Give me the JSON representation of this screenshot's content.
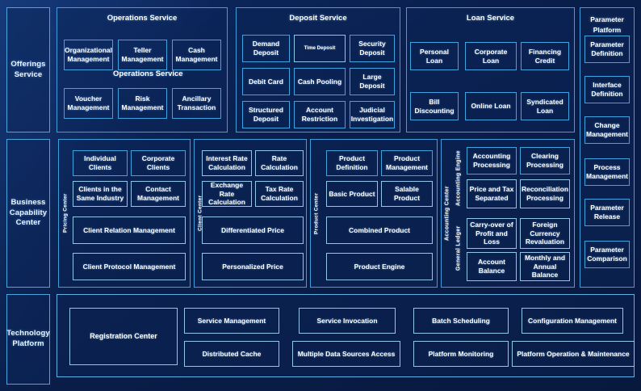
{
  "rows": [
    {
      "key": "offerings",
      "label": "Offerings\nService"
    },
    {
      "key": "capability",
      "label": "Business\nCapability\nCenter"
    },
    {
      "key": "technology",
      "label": "Technology\nPlatform"
    }
  ],
  "row_labels": {
    "offerings": "Offerings Service",
    "capability": "Business Capability Center",
    "technology": "Technology Platform"
  },
  "offerings_service": {
    "groups": [
      {
        "title": "Operations Service",
        "ghost_title": "Operations Service",
        "items": [
          "Organizational Management",
          "Teller Management",
          "Cash Management",
          "Voucher Management",
          "Risk Management",
          "Ancillary Transaction"
        ]
      },
      {
        "title": "Deposit Service",
        "items": [
          "Demand Deposit",
          "Time Deposit",
          "Security Deposit",
          "Debit Card",
          "Cash Pooling",
          "Large Deposit",
          "Structured Deposit",
          "Account Restriction",
          "Judicial Investigation"
        ]
      },
      {
        "title": "Loan Service",
        "items": [
          "Personal Loan",
          "Corporate Loan",
          "Financing Credit",
          "Bill Discounting",
          "Online Loan",
          "Syndicated Loan"
        ]
      }
    ]
  },
  "parameter_platform": {
    "title": "Parameter Platform",
    "items": [
      "Parameter Definition",
      "Interface Definition",
      "Change Management",
      "Process Management",
      "Parameter Release",
      "Parameter Comparison"
    ]
  },
  "business_capability": {
    "groups": [
      {
        "vlabel": "Pricing Center",
        "items": [
          "Individual Clients",
          "Corporate Clients",
          "Clients in the Same Industry",
          "Contact Management",
          "Client Relation Management",
          "Client Protocol Management"
        ]
      },
      {
        "vlabel": "Client Center",
        "items": [
          "Interest Rate Calculation",
          "Rate Calculation",
          "Exchange Rate Calculation",
          "Tax Rate Calculation",
          "Differentiated Price",
          "Personalized Price"
        ]
      },
      {
        "vlabel": "Product Center",
        "items": [
          "Product Definition",
          "Product Management",
          "Basic Product",
          "Salable Product",
          "Combined Product",
          "Product Engine"
        ]
      },
      {
        "vlabel": "Accounting Center",
        "subgroups": [
          {
            "vlabel": "Accounting Engine",
            "items": [
              "Accounting Processing",
              "Clearing Processing",
              "Price and Tax Separated",
              "Reconciliation Processing"
            ]
          },
          {
            "vlabel": "General  Ledger",
            "items": [
              "Carry-over of Profit and Loss",
              "Foreign Currency Revaluation",
              "Account Balance",
              "Monthly and Annual Balance"
            ]
          }
        ]
      }
    ]
  },
  "technology_platform": {
    "registration": "Registration Center",
    "items": [
      "Service Management",
      "Service Invocation",
      "Batch Scheduling",
      "Configuration Management",
      "Distributed Cache",
      "Multiple Data Sources Access",
      "Platform Monitoring",
      "Platform Operation & Maintenance"
    ]
  },
  "colors": {
    "background": "#0a1f4d",
    "border": "#3e9ddb",
    "box_fill": "#102d6e",
    "text": "#ffffff"
  }
}
